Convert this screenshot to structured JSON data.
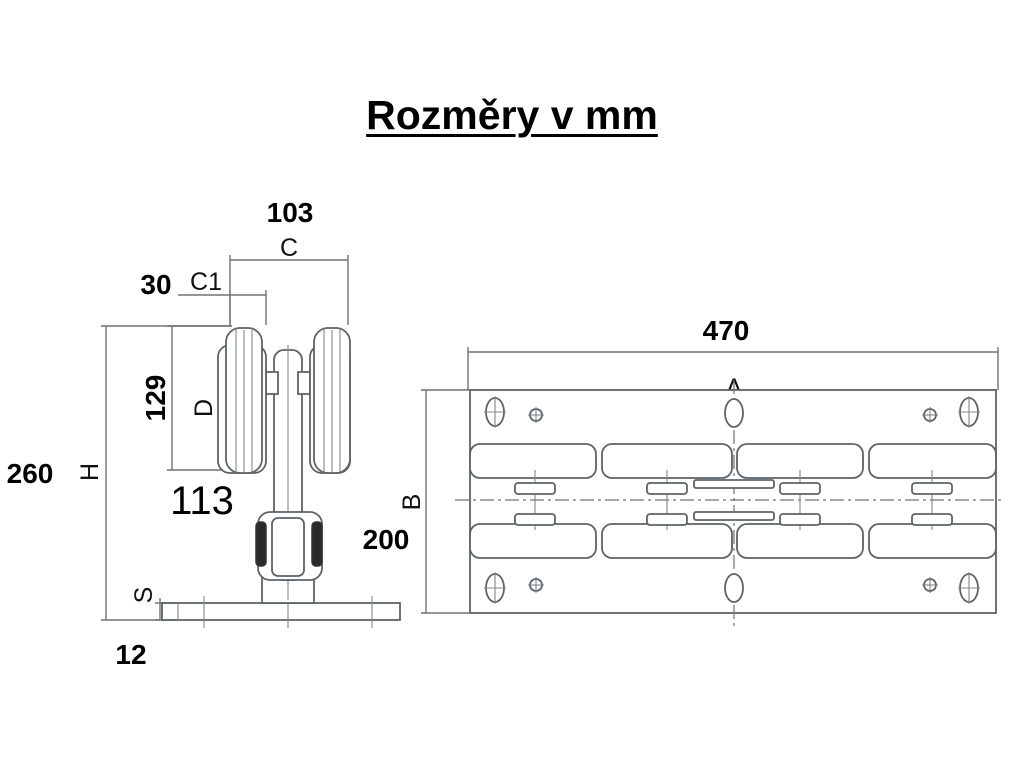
{
  "title": "Rozměry v mm",
  "side_view": {
    "labels": {
      "C": "C",
      "C1": "C1",
      "D": "D",
      "H": "H",
      "S": "S"
    },
    "values": {
      "C": "103",
      "C1": "30",
      "D": "129",
      "H": "260",
      "S": "12",
      "wheel": "113"
    }
  },
  "top_view": {
    "labels": {
      "A": "A",
      "B": "B"
    },
    "values": {
      "A": "470",
      "B": "200"
    }
  }
}
